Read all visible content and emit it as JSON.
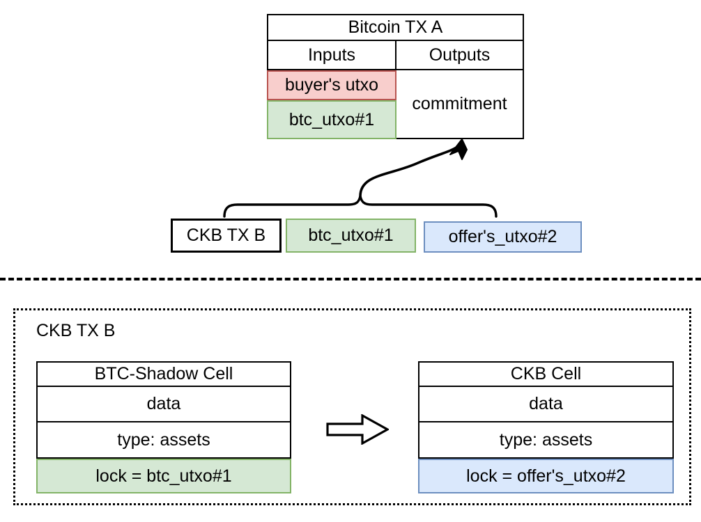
{
  "diagram": {
    "title_hidden": "",
    "colors": {
      "red_fill": "#f8cecc",
      "red_stroke": "#b85450",
      "green_fill": "#d5e8d4",
      "green_stroke": "#82b366",
      "blue_fill": "#dae8fc",
      "blue_stroke": "#6c8ebf",
      "stroke": "#000000",
      "background": "#ffffff"
    },
    "bitcoin_tx": {
      "title": "Bitcoin TX A",
      "inputs_header": "Inputs",
      "outputs_header": "Outputs",
      "inputs": [
        {
          "label": "buyer's utxo",
          "fill": "red"
        },
        {
          "label": "btc_utxo#1",
          "fill": "green"
        }
      ],
      "outputs": [
        {
          "label": "commitment",
          "fill": "none"
        }
      ]
    },
    "ckb_tx_row": {
      "label": "CKB TX B",
      "items": [
        {
          "label": "btc_utxo#1",
          "fill": "green"
        },
        {
          "label": "offer's_utxo#2",
          "fill": "blue"
        }
      ],
      "connector": "brace-to-commitment-arrow"
    },
    "detail": {
      "title": "CKB TX B",
      "arrow_glyph": "right-arrow",
      "cells": [
        {
          "title": "BTC-Shadow Cell",
          "rows": [
            {
              "label": "data",
              "fill": "none"
            },
            {
              "label": "type: assets",
              "fill": "none"
            },
            {
              "label": "lock = btc_utxo#1",
              "fill": "green"
            }
          ]
        },
        {
          "title": "CKB Cell",
          "rows": [
            {
              "label": "data",
              "fill": "none"
            },
            {
              "label": "type: assets",
              "fill": "none"
            },
            {
              "label": "lock = offer's_utxo#2",
              "fill": "blue"
            }
          ]
        }
      ]
    }
  }
}
